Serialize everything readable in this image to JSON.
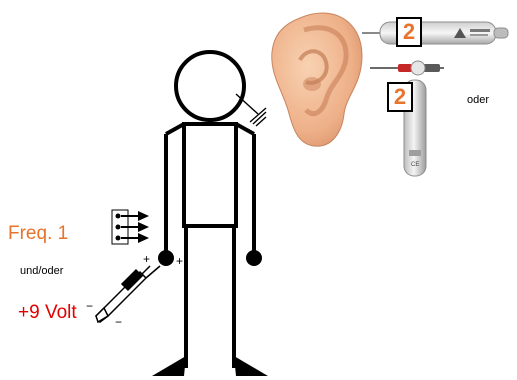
{
  "labels": {
    "freq": "Freq. 1",
    "und_oder": "und/oder",
    "volt": "+9 Volt",
    "oder": "oder"
  },
  "device_numbers": {
    "top": "2",
    "bottom": "2"
  },
  "polarity": {
    "plus_left": "+",
    "plus_right": "+",
    "minus_top": "−",
    "minus_bottom": "−"
  },
  "colors": {
    "freq_text": "#e8732b",
    "volt_text": "#e10000",
    "number_text": "#e8732b",
    "figure_line": "#000000",
    "ear_skin": "#f2b98f"
  },
  "icons": {
    "figure": "stick-figure",
    "ear": "ear-image",
    "device_top": "electrode-device",
    "device_bottom": "probe-device",
    "electrode": "hand-electrode",
    "arrows": "signal-arrows",
    "ground": "ground-symbol"
  }
}
